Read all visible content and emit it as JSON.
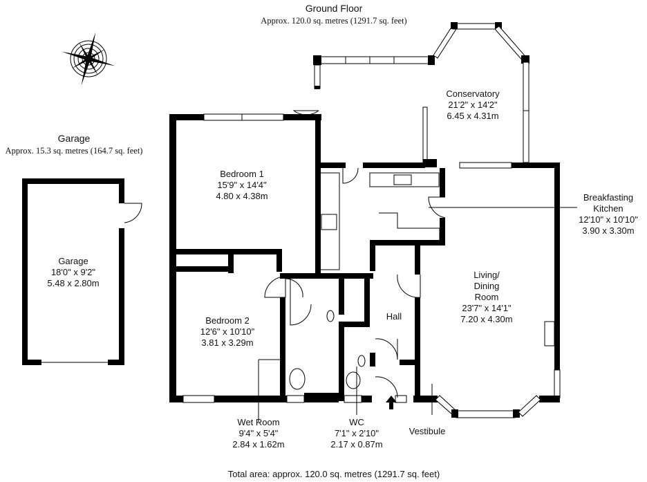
{
  "ground_floor": {
    "title": "Ground Floor",
    "area": "Approx. 120.0 sq. metres (1291.7 sq. feet)"
  },
  "garage_block": {
    "title": "Garage",
    "area": "Approx. 15.3 sq. metres (164.7 sq. feet)"
  },
  "rooms": [
    {
      "name": "Garage",
      "imperial": "18'0\" x 9'2\"",
      "metric": "5.48 x 2.80m"
    },
    {
      "name": "Bedroom 1",
      "imperial": "15'9\" x 14'4\"",
      "metric": "4.80 x 4.38m"
    },
    {
      "name": "Conservatory",
      "imperial": "21'2\" x 14'2\"",
      "metric": "6.45 x 4.31m"
    },
    {
      "name": "Breakfasting Kitchen",
      "imperial": "12'10\" x 10'10\"",
      "metric": "3.90 x 3.30m"
    },
    {
      "name": "Living/ Dining Room",
      "imperial": "23'7\" x 14'1\"",
      "metric": "7.20 x 4.30m"
    },
    {
      "name": "Bedroom 2",
      "imperial": "12'6\" x 10'10\"",
      "metric": "3.81 x 3.29m"
    },
    {
      "name": "Hall"
    },
    {
      "name": "Wet Room",
      "imperial": "9'4\" x 5'4\"",
      "metric": "2.84 x 1.62m"
    },
    {
      "name": "WC",
      "imperial": "7'1\" x 2'10\"",
      "metric": "2.17 x 0.87m"
    },
    {
      "name": "Vestibule"
    }
  ],
  "kitchen_label_lines": [
    "Breakfasting",
    "Kitchen"
  ],
  "living_label_lines": [
    "Living/",
    "Dining",
    "Room"
  ],
  "total_area": "Total area: approx. 120.0 sq. metres (1291.7 sq. feet)",
  "icons": [
    "compass-rose-icon",
    "entrance-arrow-icon"
  ]
}
